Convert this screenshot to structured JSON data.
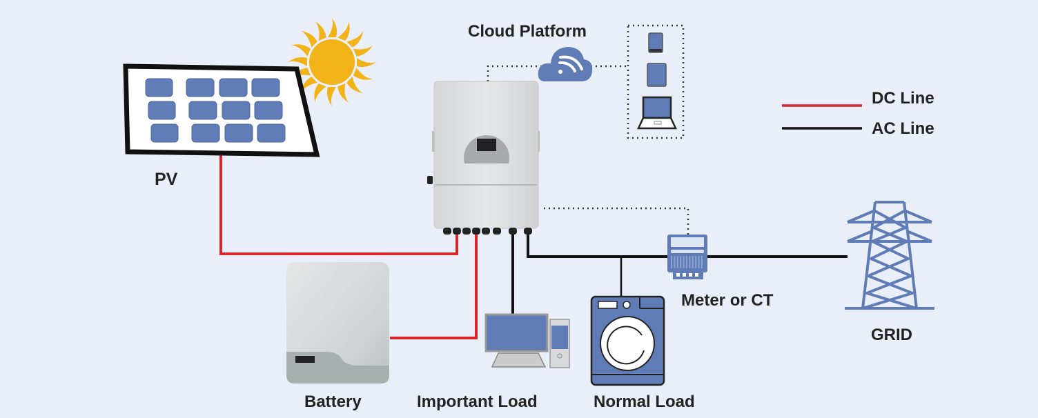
{
  "labels": {
    "pv": "PV",
    "cloud": "Cloud Platform",
    "battery": "Battery",
    "important_load": "Important Load",
    "normal_load": "Normal Load",
    "meter": "Meter or CT",
    "grid": "GRID"
  },
  "legend": [
    {
      "label": "DC Line",
      "color": "#d9262c"
    },
    {
      "label": "AC Line",
      "color": "#111111"
    }
  ],
  "colors": {
    "background": "#e9eef8",
    "device_blue": "#5f7cb6",
    "dc_line": "#d9262c",
    "ac_line": "#111111",
    "sun": "#f2b319"
  }
}
